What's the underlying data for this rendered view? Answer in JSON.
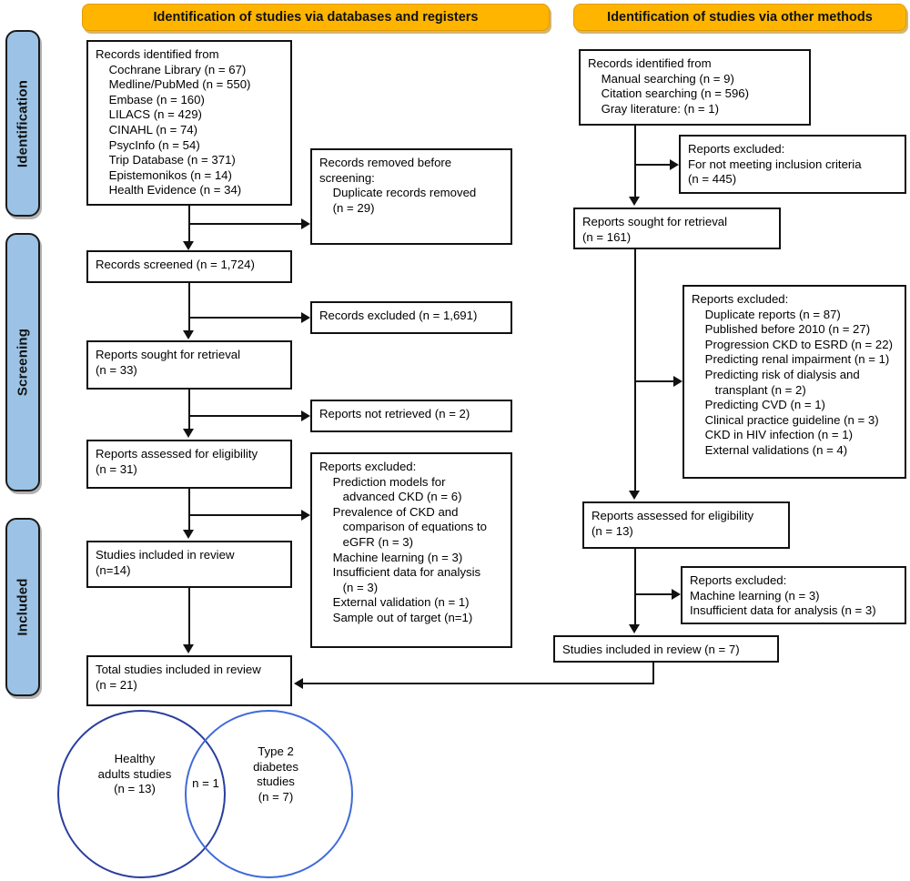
{
  "stages": [
    {
      "label": "Identification"
    },
    {
      "label": "Screening"
    },
    {
      "label": "Included"
    }
  ],
  "columns": {
    "databases": {
      "header": "Identification of studies via databases and registers"
    },
    "other": {
      "header": "Identification of studies via other methods"
    }
  },
  "colors": {
    "header_banner": "#ffb400",
    "stage_tab": "#9cc3e5",
    "box_border": "#111111",
    "venn_left": "#2a3e9e",
    "venn_right": "#3f6ad8"
  },
  "boxes": {
    "db_identified": "Records identified from\n    Cochrane Library (n = 67)\n    Medline/PubMed (n = 550)\n    Embase (n = 160)\n    LILACS (n = 429)\n    CINAHL (n = 74)\n    PsycInfo (n = 54)\n    Trip Database (n = 371)\n    Epistemonikos (n = 14)\n    Health Evidence (n = 34)",
    "db_removed": "Records removed before\nscreening:\n    Duplicate records removed\n    (n = 29)",
    "db_screened": "Records screened (n = 1,724)",
    "db_records_excluded": "Records excluded (n = 1,691)",
    "db_sought": "Reports sought for retrieval\n(n = 33)",
    "db_not_retrieved": "Reports not retrieved (n = 2)",
    "db_assessed": "Reports assessed for eligibility\n(n = 31)",
    "db_reports_excluded": "Reports excluded:\n    Prediction models for\n       advanced CKD (n = 6)\n    Prevalence of CKD and\n       comparison of equations to\n       eGFR (n = 3)\n    Machine learning (n = 3)\n    Insufficient data for analysis\n       (n = 3)\n    External validation (n = 1)\n    Sample out of target (n=1)",
    "db_included": "Studies included in review\n(n=14)",
    "total_included": "Total studies included in review\n(n = 21)",
    "other_identified": "Records identified from\n    Manual searching (n = 9)\n    Citation searching (n = 596)\n    Gray literature: (n = 1)",
    "other_excluded_criteria": "Reports excluded:\nFor not meeting inclusion criteria\n(n = 445)",
    "other_sought": "Reports sought for retrieval\n(n = 161)",
    "other_reports_excluded": "Reports excluded:\n    Duplicate reports (n = 87)\n    Published before 2010 (n = 27)\n    Progression CKD to ESRD (n = 22)\n    Predicting renal impairment (n = 1)\n    Predicting risk of dialysis and\n       transplant (n = 2)\n    Predicting CVD (n = 1)\n    Clinical practice guideline (n = 3)\n    CKD in HIV infection (n = 1)\n    External validations (n = 4)",
    "other_assessed": "Reports assessed for eligibility\n(n = 13)",
    "other_excluded_2": "Reports excluded:\nMachine learning (n = 3)\nInsufficient data for analysis (n = 3)",
    "other_included": "Studies included in review (n = 7)"
  },
  "venn": {
    "left_label": "Healthy\nadults studies\n(n = 13)",
    "overlap_label": "n = 1",
    "right_label": "Type 2\ndiabetes\nstudies\n(n = 7)"
  }
}
